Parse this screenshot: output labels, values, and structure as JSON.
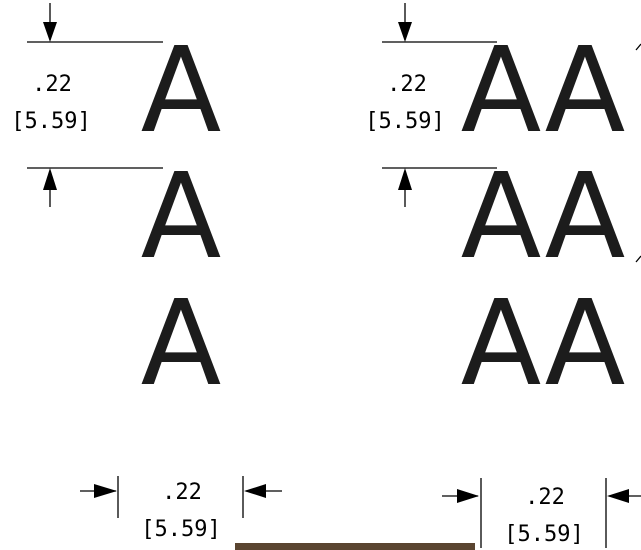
{
  "sheet": {
    "background": "#ffffff",
    "ink": "#000000",
    "photo_strip_color": "#5a4530"
  },
  "dimensions": {
    "height_left": {
      "inch": ".22",
      "mm": "[5.59]"
    },
    "height_right": {
      "inch": ".22",
      "mm": "[5.59]"
    },
    "width_left": {
      "inch": ".22",
      "mm": "[5.59]"
    },
    "width_right": {
      "inch": ".22",
      "mm": "[5.59]"
    }
  },
  "letters": {
    "single": "A",
    "double": "AA"
  }
}
